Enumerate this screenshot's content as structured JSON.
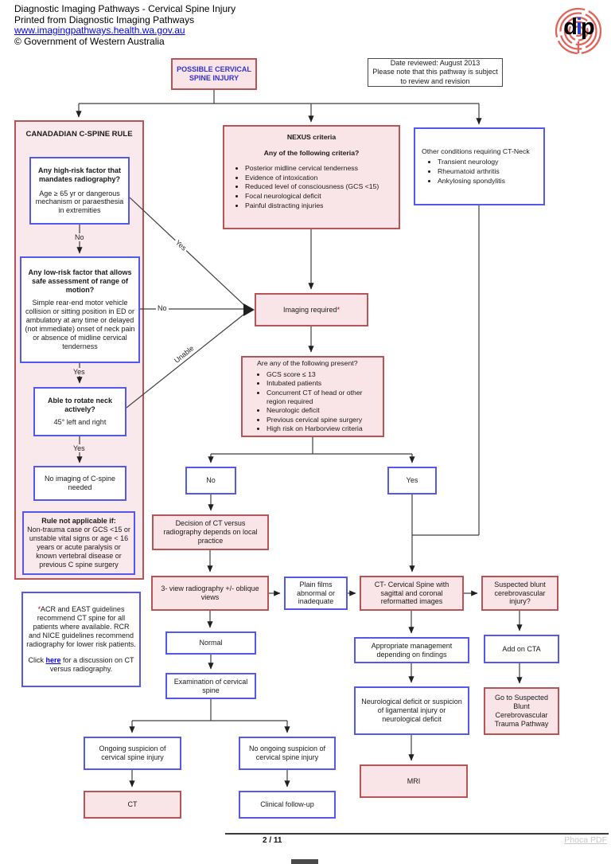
{
  "header": {
    "line1": "Diagnostic Imaging Pathways - Cervical Spine Injury",
    "line2": "Printed from Diagnostic Imaging Pathways",
    "link": "www.imagingpathways.health.wa.gov.au",
    "line3": "© Government of Western Australia"
  },
  "logo": {
    "d": "d",
    "i": "i",
    "p": "p"
  },
  "top": {
    "possible": "POSSIBLE CERVICAL SPINE INJURY",
    "date_line": "Date reviewed: August 2013",
    "note_line": "Please note that this pathway is subject to review and revision"
  },
  "canadian": {
    "title": "CANADADIAN C-SPINE RULE",
    "high_risk": {
      "title": "Any high-risk factor that mandates radiography?",
      "body": "Age ≥ 65 yr or dangerous mechanism or paraesthesia in extremities"
    },
    "label_no": "No",
    "low_risk": {
      "title": "Any low-risk factor that allows safe assessment of range of motion?",
      "body": "Simple rear-end motor vehicle collision or sitting position in ED or ambulatory at any time or delayed (not immediate) onset of neck pain or absence of midline cervical tenderness"
    },
    "label_yes1": "Yes",
    "rotate": {
      "title": "Able to rotate neck actively?",
      "body": "45° left and right"
    },
    "label_yes2": "Yes",
    "no_imaging": "No imaging of C-spine needed",
    "not_applicable": {
      "title": "Rule not applicable if:",
      "body": "Non-trauma case or GCS <15 or unstable vital signs or age < 16 years or acute paralysis or known vertebral disease or previous C spine surgery"
    }
  },
  "edge_labels": {
    "yes": "Yes",
    "no": "No",
    "unable": "Unable"
  },
  "nexus": {
    "title": "NEXUS criteria",
    "question": "Any of the following criteria?",
    "bullets": [
      "Posterior midline cervical tenderness",
      "Evidence of intoxication",
      "Reduced level of consciousness (GCS <15)",
      "Focal neurological deficit",
      "Painful distracting injuries"
    ]
  },
  "other_conditions": {
    "title": "Other conditions requiring CT-Neck",
    "bullets": [
      "Transient neurology",
      "Rheumatoid arthritis",
      "Ankylosing spondylitis"
    ]
  },
  "imaging_required": {
    "text": "Imaging required",
    "asterisk": "*"
  },
  "present": {
    "title": "Are any of the following present?",
    "bullets": [
      "GCS score ≤ 13",
      "Intubated patients",
      "Concurrent CT of head or other region required",
      "Neurologic deficit",
      "Previous cervical spine surgery",
      "High risk on Harborview criteria"
    ]
  },
  "branch": {
    "no": "No",
    "yes": "Yes"
  },
  "decision": "Decision of CT versus radiography depends on local practice",
  "radiography": "3- view radiography +/- oblique views",
  "plain_films": "Plain films abnormal or inadequate",
  "ct_cervical": "CT- Cervical Spine with sagittal and coronal reformatted images",
  "suspected": "Suspected blunt cerebrovascular injury?",
  "add_cta": "Add on CTA",
  "goto_pathway": "Go to Suspected Blunt Cerebrovascular Trauma Pathway",
  "normal": "Normal",
  "exam": "Examination of cervical spine",
  "ongoing": "Ongoing suspicion of cervical spine injury",
  "no_ongoing": "No ongoing suspicion of cervical spine injury",
  "ct": "CT",
  "clinical": "Clinical follow-up",
  "management": "Appropriate management depending on findings",
  "neuro": "Neurological deficit or suspicion of ligamental injury or neurological deficit",
  "mri": "MRI",
  "footnote": {
    "star": "*",
    "p1": "ACR and EAST guidelines recommend CT spine for all patients where available. RCR and NICE guidelines recommend radiography for lower risk patients.",
    "click_pre": "Click ",
    "link": "here",
    "click_post": " for a discussion on CT versus radiography."
  },
  "footer": {
    "page": "2 / 11",
    "brand": "Phoca PDF"
  }
}
